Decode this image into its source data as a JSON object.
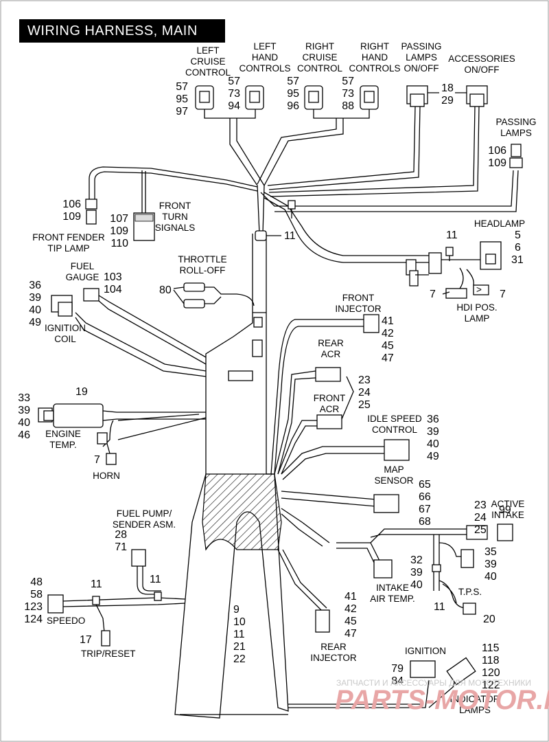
{
  "title": "WIRING HARNESS, MAIN",
  "labels": {
    "left_cruise": [
      "LEFT",
      "CRUISE",
      "CONTROL"
    ],
    "left_hand": [
      "LEFT",
      "HAND",
      "CONTROLS"
    ],
    "right_cruise": [
      "RIGHT",
      "CRUISE",
      "CONTROL"
    ],
    "right_hand": [
      "RIGHT",
      "HAND",
      "CONTROLS"
    ],
    "passing_switch": [
      "PASSING",
      "LAMPS",
      "ON/OFF"
    ],
    "accessories": [
      "ACCESSORIES",
      "ON/OFF"
    ],
    "passing_lamps": [
      "PASSING",
      "LAMPS"
    ],
    "front_turn": [
      "FRONT",
      "TURN",
      "SIGNALS"
    ],
    "front_fender": [
      "FRONT FENDER",
      "TIP LAMP"
    ],
    "headlamp": "HEADLAMP",
    "throttle": [
      "THROTTLE",
      "ROLL-OFF"
    ],
    "fuel_gauge": [
      "FUEL",
      "GAUGE"
    ],
    "ignition_coil": [
      "IGNITION",
      "COIL"
    ],
    "hdi": [
      "HDI POS.",
      "LAMP"
    ],
    "front_injector": [
      "FRONT",
      "INJECTOR"
    ],
    "rear_acr": [
      "REAR",
      "ACR"
    ],
    "front_acr": [
      "FRONT",
      "ACR"
    ],
    "idle_speed": [
      "IDLE SPEED",
      "CONTROL"
    ],
    "engine_temp": [
      "ENGINE",
      "TEMP."
    ],
    "horn": "HORN",
    "map_sensor": [
      "MAP",
      "SENSOR"
    ],
    "active_intake": [
      "ACTIVE",
      "INTAKE"
    ],
    "fuel_pump": [
      "FUEL PUMP/",
      "SENDER ASM."
    ],
    "intake_air": [
      "INTAKE",
      "AIR TEMP."
    ],
    "tps": "T.P.S.",
    "speedo": "SPEEDO",
    "trip_reset": "TRIP/RESET",
    "rear_injector": [
      "REAR",
      "INJECTOR"
    ],
    "ignition": "IGNITION",
    "indicator": [
      "INDICATOR",
      "LAMPS"
    ]
  },
  "numbers": {
    "left_cruise": [
      "57",
      "95",
      "97"
    ],
    "left_hand": [
      "57",
      "73",
      "94"
    ],
    "right_cruise": [
      "57",
      "95",
      "96"
    ],
    "right_hand": [
      "57",
      "73",
      "88"
    ],
    "switches": [
      "18",
      "29"
    ],
    "passing_lamps": [
      "106",
      "109"
    ],
    "front_fender": [
      "106",
      "109"
    ],
    "front_turn": [
      "107",
      "109",
      "110"
    ],
    "harness_clip_top": "11",
    "headlamp_clip": "11",
    "headlamp": [
      "5",
      "6",
      "31"
    ],
    "hdi_left": "7",
    "hdi_right": "7",
    "throttle": "80",
    "fuel_gauge": [
      "103",
      "104"
    ],
    "ignition_coil": [
      "36",
      "39",
      "40",
      "49"
    ],
    "front_injector": [
      "41",
      "42",
      "45",
      "47"
    ],
    "acr": [
      "23",
      "24",
      "25"
    ],
    "idle_speed": [
      "36",
      "39",
      "40",
      "49"
    ],
    "engine_temp_part": "19",
    "engine_temp": [
      "33",
      "39",
      "40",
      "46"
    ],
    "horn": "7",
    "map_sensor": [
      "65",
      "66",
      "67",
      "68"
    ],
    "active_intake": [
      "23",
      "24",
      "25"
    ],
    "active_intake_part": "99",
    "fuel_pump": [
      "28",
      "71"
    ],
    "fuel_pump_clip": "11",
    "speedo_clip": "11",
    "speedo": [
      "48",
      "58",
      "123",
      "124"
    ],
    "trip_reset": "17",
    "intake_air": [
      "32",
      "39",
      "40"
    ],
    "tps_side": [
      "35",
      "39",
      "40"
    ],
    "tps_clip": "11",
    "tps": "20",
    "main_harness": [
      "9",
      "10",
      "11",
      "21",
      "22"
    ],
    "rear_injector": [
      "41",
      "42",
      "45",
      "47"
    ],
    "ignition": [
      "79",
      "84"
    ],
    "indicator": [
      "115",
      "118",
      "120",
      "122"
    ]
  },
  "watermark": {
    "line1": "ЗАПЧАСТИ И АКСЕССУАРЫ ДЛЯ МОТОТЕХНИКИ",
    "line2": "PARTS-MOTOR.RU"
  }
}
